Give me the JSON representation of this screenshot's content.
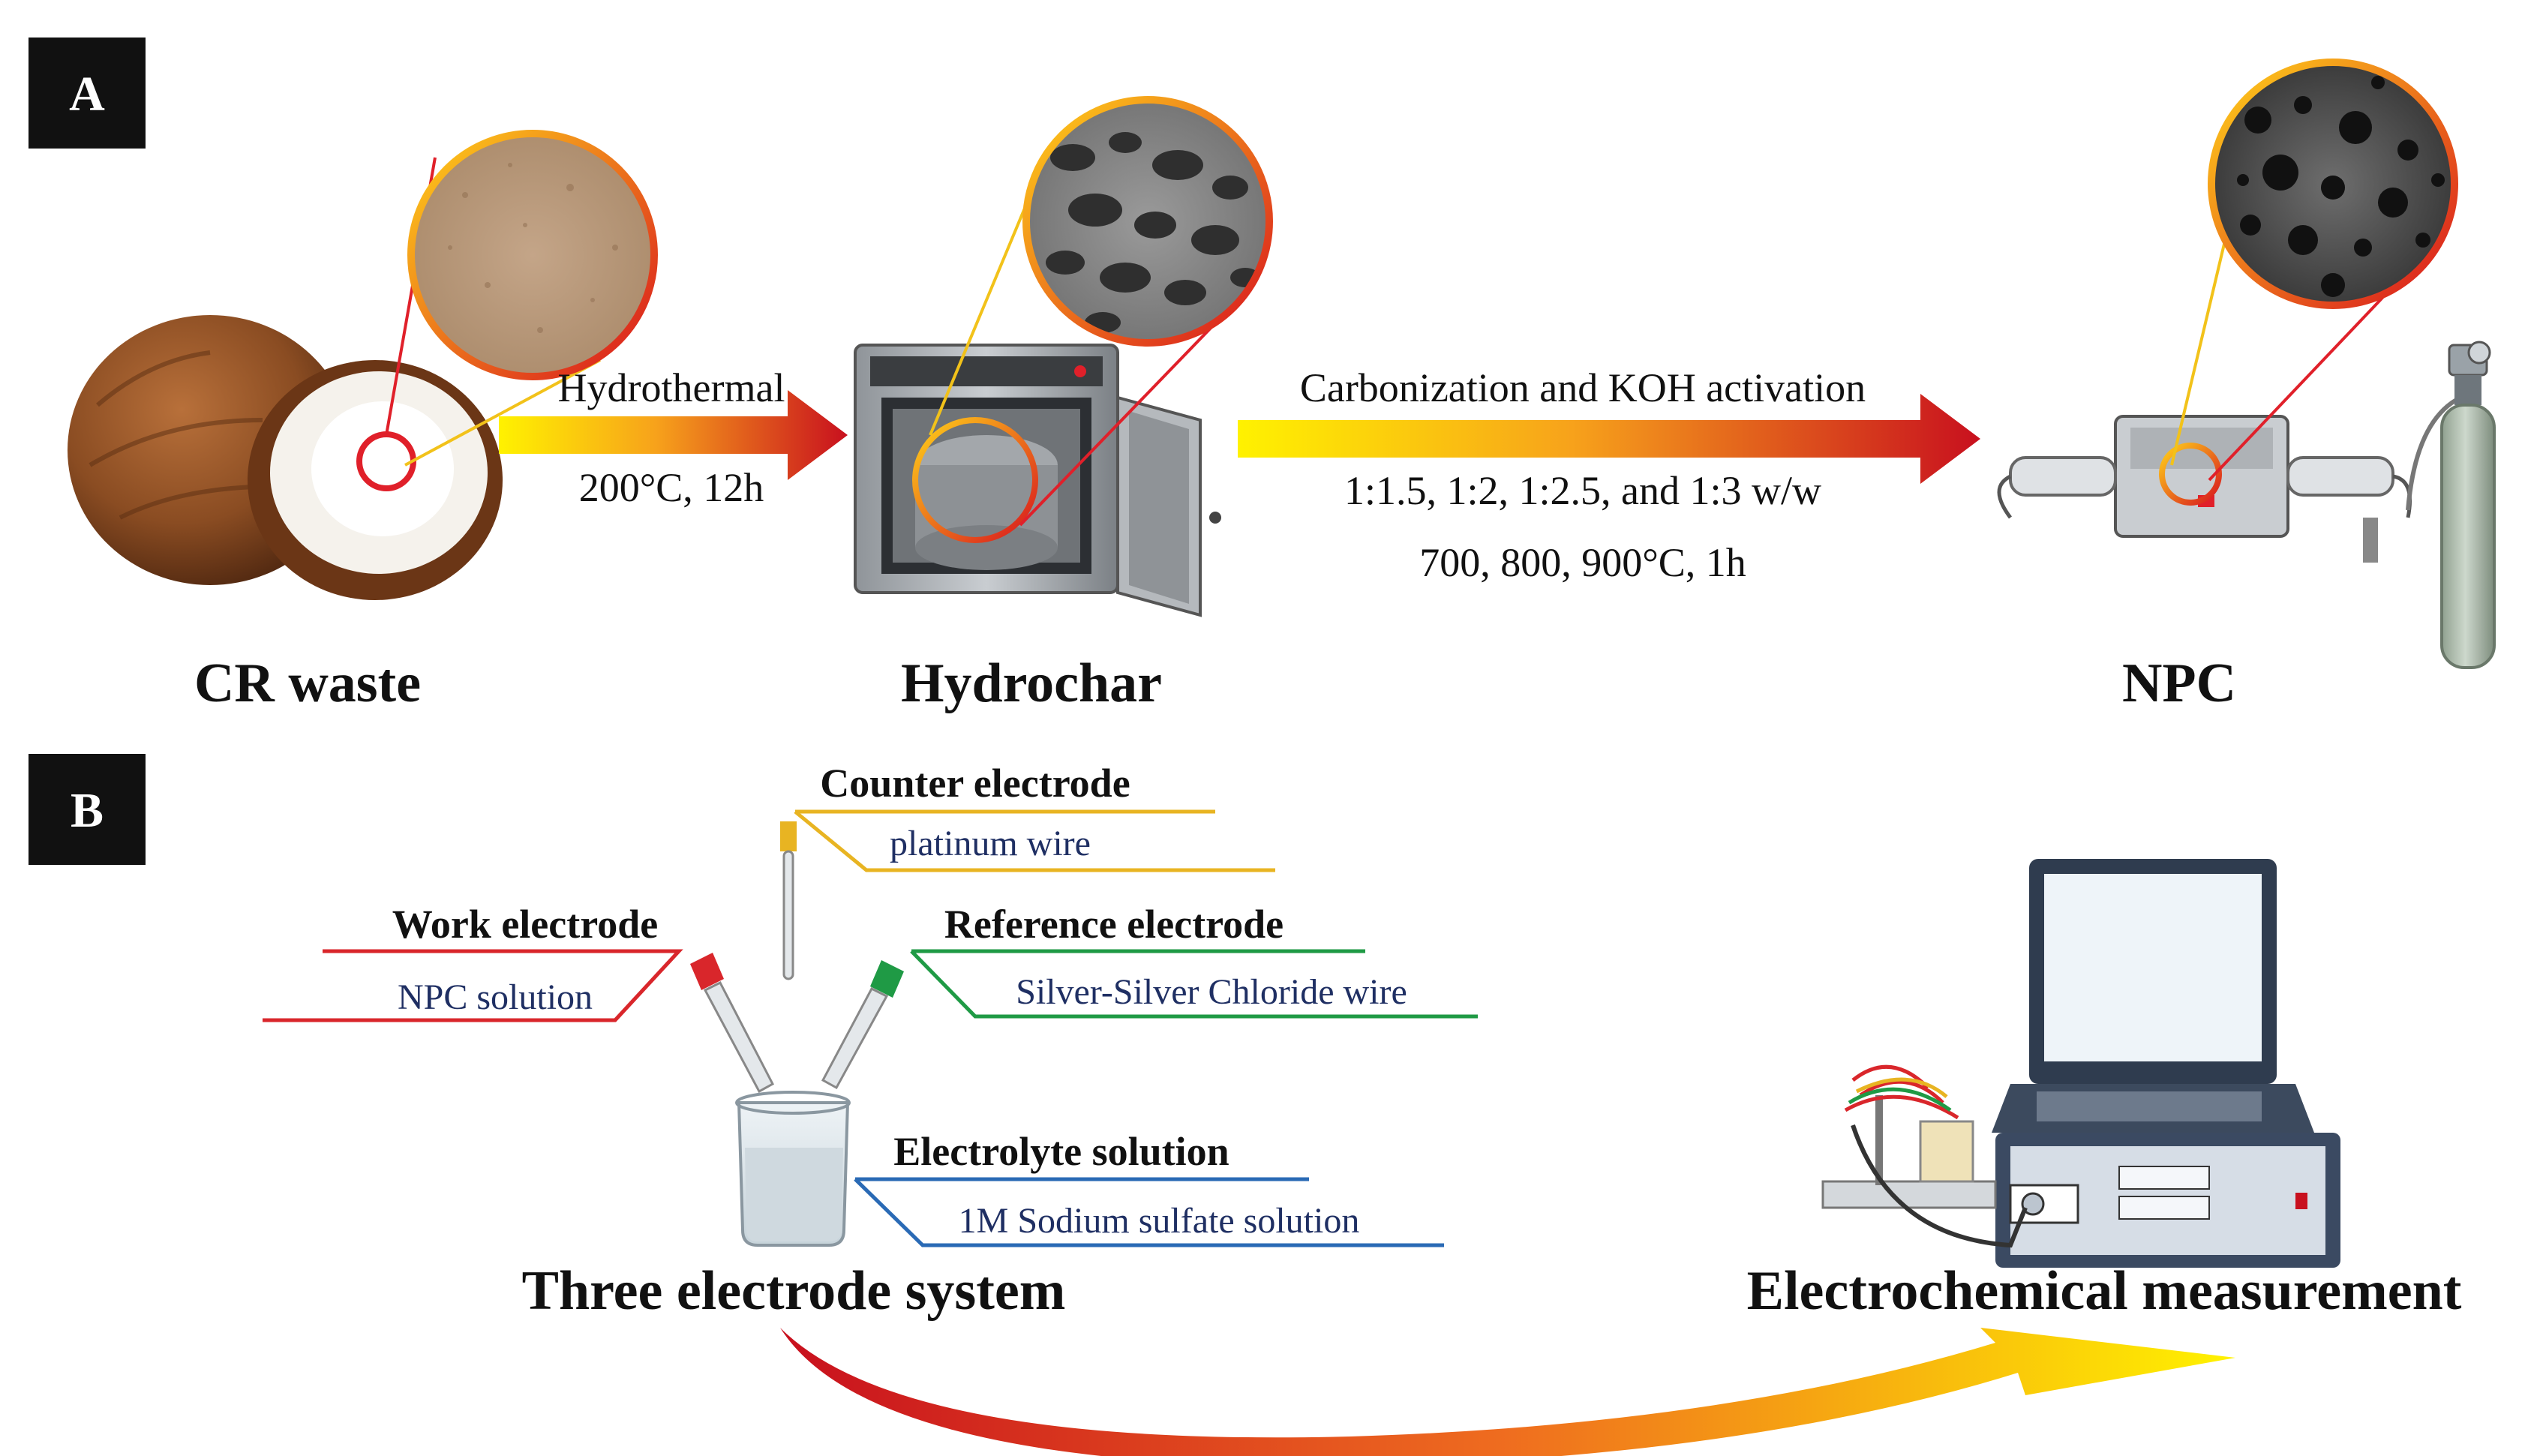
{
  "panels": {
    "a_label": "A",
    "b_label": "B"
  },
  "stage_a": {
    "cr_waste": "CR waste",
    "hydrochar": "Hydrochar",
    "npc": "NPC",
    "step1_top": "Hydrothermal",
    "step1_bottom": "200°C, 12h",
    "step2_top": "Carbonization and KOH activation",
    "step2_ratios": "1:1.5, 1:2, 1:2.5, and 1:3 w/w",
    "step2_temps": "700, 800, 900°C, 1h"
  },
  "stage_b": {
    "counter_title": "Counter electrode",
    "counter_sub": "platinum wire",
    "work_title": "Work electrode",
    "work_sub": "NPC solution",
    "reference_title": "Reference electrode",
    "reference_sub": "Silver-Silver  Chloride wire",
    "electrolyte_title": "Electrolyte solution",
    "electrolyte_sub": "1M Sodium sulfate solution",
    "three_electrode": "Three electrode system",
    "electrochemical": "Electrochemical measurement"
  },
  "colors": {
    "counter": "#e8b422",
    "work": "#d9262b",
    "reference": "#1f9a45",
    "electrolyte": "#2a6ab5",
    "arrow_start": "#fff200",
    "arrow_end": "#c8101e",
    "label_box": "#111111"
  }
}
